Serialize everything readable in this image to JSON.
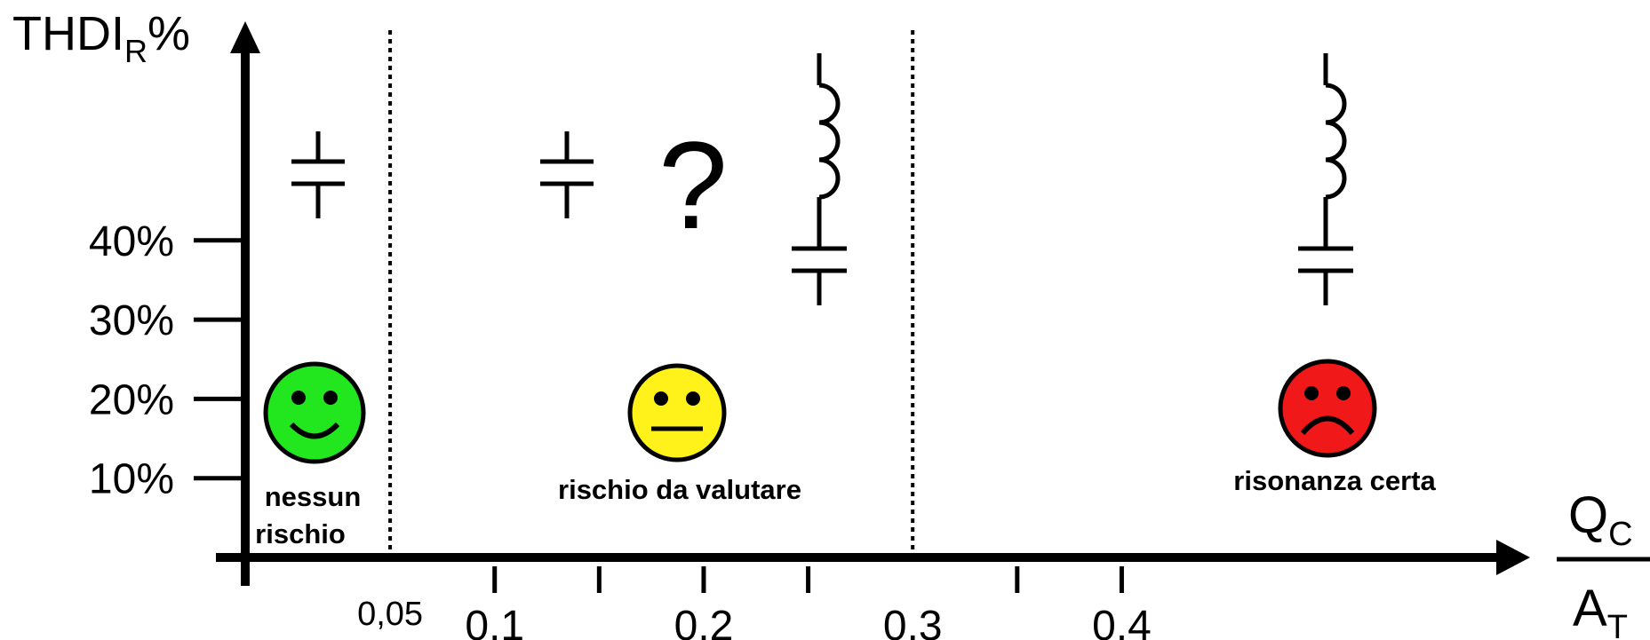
{
  "y_axis": {
    "title_main": "THDI",
    "title_sub": "R",
    "title_suffix": "%",
    "ticks": [
      {
        "value": 10,
        "label": "10%"
      },
      {
        "value": 20,
        "label": "20%"
      },
      {
        "value": 30,
        "label": "30%"
      },
      {
        "value": 40,
        "label": "40%"
      }
    ]
  },
  "x_axis": {
    "numerator_main": "Q",
    "numerator_sub": "C",
    "denominator_main": "A",
    "denominator_sub": "T",
    "minor_ticks": [
      0.15,
      0.25,
      0.35
    ],
    "labeled_ticks": [
      {
        "value": 0.05,
        "label": "0,05"
      },
      {
        "value": 0.1,
        "label": "0,1"
      },
      {
        "value": 0.2,
        "label": "0,2"
      },
      {
        "value": 0.3,
        "label": "0,3"
      },
      {
        "value": 0.4,
        "label": "0,4"
      }
    ]
  },
  "thresholds": [
    0.05,
    0.3
  ],
  "zones": [
    {
      "id": "no-risk",
      "label_lines": [
        "nessun",
        "rischio"
      ],
      "face": "happy",
      "face_color": "#22e61e",
      "components": [
        "capacitor"
      ]
    },
    {
      "id": "risk-to-evaluate",
      "label_lines": [
        "rischio da valutare"
      ],
      "face": "neutral",
      "face_color": "#fff21a",
      "components": [
        "capacitor",
        "question-mark",
        "detuned-filter"
      ],
      "question_mark": "?"
    },
    {
      "id": "certain-resonance",
      "label_lines": [
        "risonanza certa"
      ],
      "face": "sad",
      "face_color": "#f01818",
      "components": [
        "detuned-filter"
      ]
    }
  ]
}
